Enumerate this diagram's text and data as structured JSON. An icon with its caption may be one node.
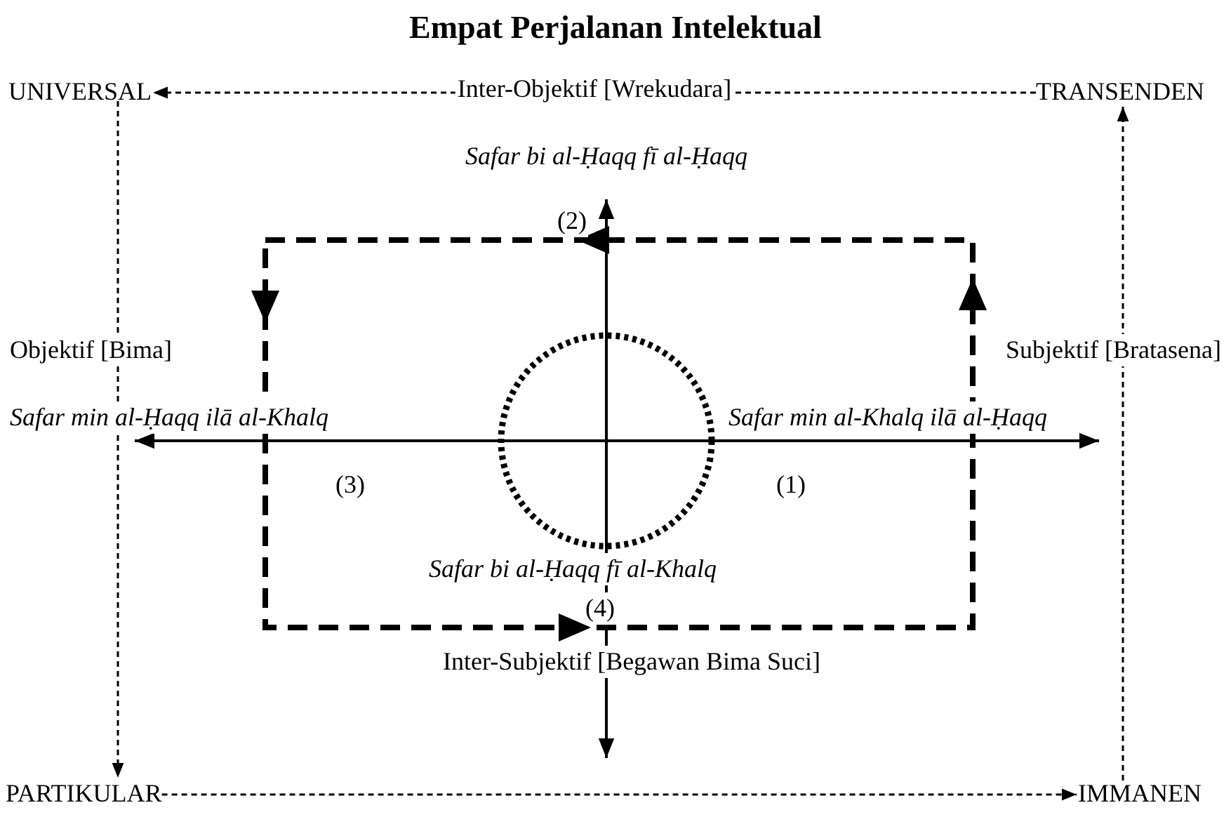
{
  "diagram": {
    "title": "Empat Perjalanan Intelektual",
    "nodes": [
      {
        "text": [
          "UNIVERSAL"
        ]
      },
      {
        "text": [
          "TRANSENDEN"
        ]
      },
      {
        "text": [
          "PARTIKULAR"
        ]
      },
      {
        "text": [
          "IMMANEN"
        ]
      },
      {
        "text": [],
        "shape": "circle"
      }
    ],
    "edges": [
      {
        "from": 1,
        "to": 0,
        "arrow": "to",
        "label": "Inter-Objektif [Wrekudara]",
        "style": "dashed"
      },
      {
        "from": 0,
        "to": 2,
        "arrow": "to",
        "style": "dashed"
      },
      {
        "from": 2,
        "to": 3,
        "arrow": "to",
        "style": "dashed"
      },
      {
        "from": 3,
        "to": 1,
        "arrow": "to",
        "style": "dashed"
      }
    ],
    "labels": [
      "Safar bi al-Ḥaqq fī al-Ḥaqq",
      "(2)",
      "Objektif [Bima]",
      "Subjektif [Bratasena]",
      "Safar min al-Ḥaqq ilā al-Khalq",
      "Safar min al-Khalq ilā al-Ḥaqq",
      "(3)",
      "(1)",
      "Safar bi al-Ḥaqq fī al-Khalq",
      "(4)",
      "Inter-Subjektif [Begawan Bima Suci]"
    ]
  }
}
